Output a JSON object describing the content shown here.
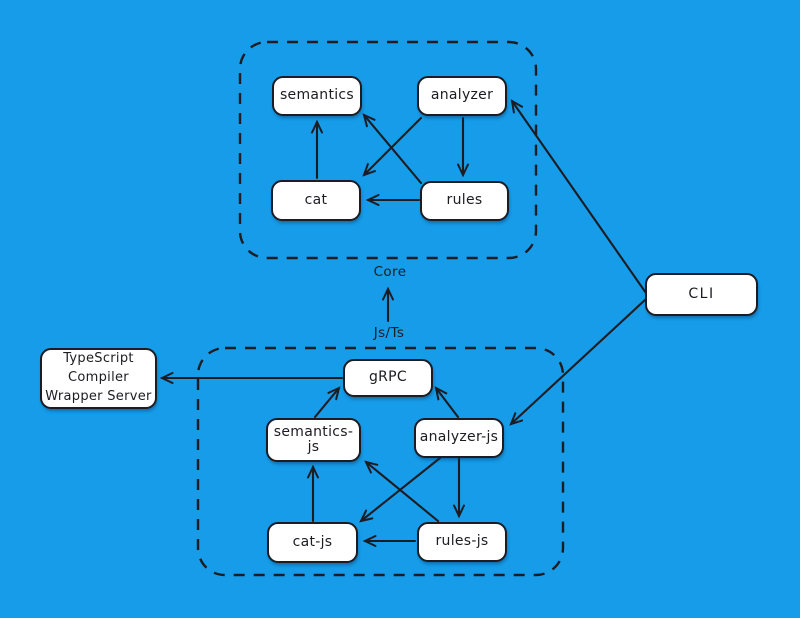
{
  "canvas": {
    "background": "#169CE8",
    "stroke_color": "#1c1c22",
    "node_fill": "#ffffff"
  },
  "groups": {
    "core": {
      "label": "Core"
    },
    "js": {
      "label": "Js/Ts"
    }
  },
  "nodes": {
    "semantics": {
      "label": "semantics"
    },
    "analyzer": {
      "label": "analyzer"
    },
    "cat": {
      "label": "cat"
    },
    "rules": {
      "label": "rules"
    },
    "grpc": {
      "label": "gRPC"
    },
    "semantics_js": {
      "label": "semantics-js"
    },
    "analyzer_js": {
      "label": "analyzer-js"
    },
    "cat_js": {
      "label": "cat-js"
    },
    "rules_js": {
      "label": "rules-js"
    },
    "ts_server": {
      "line1": "TypeScript",
      "line2": "Compiler",
      "line3": "Wrapper Server"
    },
    "cli": {
      "label": "CLI"
    }
  },
  "edges": [
    {
      "name": "cat-to-semantics",
      "from": "cat",
      "to": "semantics",
      "points": [
        317,
        178,
        317,
        122
      ]
    },
    {
      "name": "analyzer-to-cat",
      "from": "analyzer",
      "to": "cat",
      "points": [
        421,
        118,
        364,
        175
      ]
    },
    {
      "name": "rules-to-semantics",
      "from": "rules",
      "to": "semantics",
      "points": [
        421,
        183,
        364,
        115
      ]
    },
    {
      "name": "analyzer-to-rules",
      "from": "analyzer",
      "to": "rules",
      "points": [
        463,
        118,
        463,
        175
      ]
    },
    {
      "name": "rules-to-cat",
      "from": "rules",
      "to": "cat",
      "points": [
        419,
        200,
        368,
        200
      ]
    },
    {
      "name": "cli-to-analyzer",
      "from": "cli",
      "to": "analyzer",
      "points": [
        646,
        293,
        512,
        101
      ]
    },
    {
      "name": "cli-to-analyzer-js",
      "from": "cli",
      "to": "analyzer_js",
      "points": [
        646,
        299,
        511,
        424
      ]
    },
    {
      "name": "semantics-js-to-grpc",
      "from": "semantics_js",
      "to": "grpc",
      "points": [
        315,
        417,
        339,
        388
      ]
    },
    {
      "name": "analyzer-js-to-grpc",
      "from": "analyzer_js",
      "to": "grpc",
      "points": [
        458,
        417,
        436,
        388
      ]
    },
    {
      "name": "cat-js-to-semantics-js",
      "from": "cat_js",
      "to": "semantics_js",
      "points": [
        313,
        521,
        313,
        467
      ]
    },
    {
      "name": "analyzer-js-to-cat-js",
      "from": "analyzer_js",
      "to": "cat_js",
      "points": [
        440,
        458,
        361,
        521
      ]
    },
    {
      "name": "rules-js-to-semantics-js",
      "from": "rules_js",
      "to": "semantics_js",
      "points": [
        438,
        521,
        366,
        462
      ]
    },
    {
      "name": "analyzer-js-to-rules-js",
      "from": "analyzer_js",
      "to": "rules_js",
      "points": [
        459,
        458,
        459,
        516
      ]
    },
    {
      "name": "rules-js-to-cat-js",
      "from": "rules_js",
      "to": "cat_js",
      "points": [
        415,
        541,
        365,
        541
      ]
    },
    {
      "name": "grpc-to-ts-server",
      "from": "grpc",
      "to": "ts_server",
      "points": [
        342,
        378,
        162,
        378
      ]
    },
    {
      "name": "js-group-to-core-group",
      "from": "js",
      "to": "core",
      "points": [
        388,
        321,
        388,
        289
      ]
    }
  ]
}
